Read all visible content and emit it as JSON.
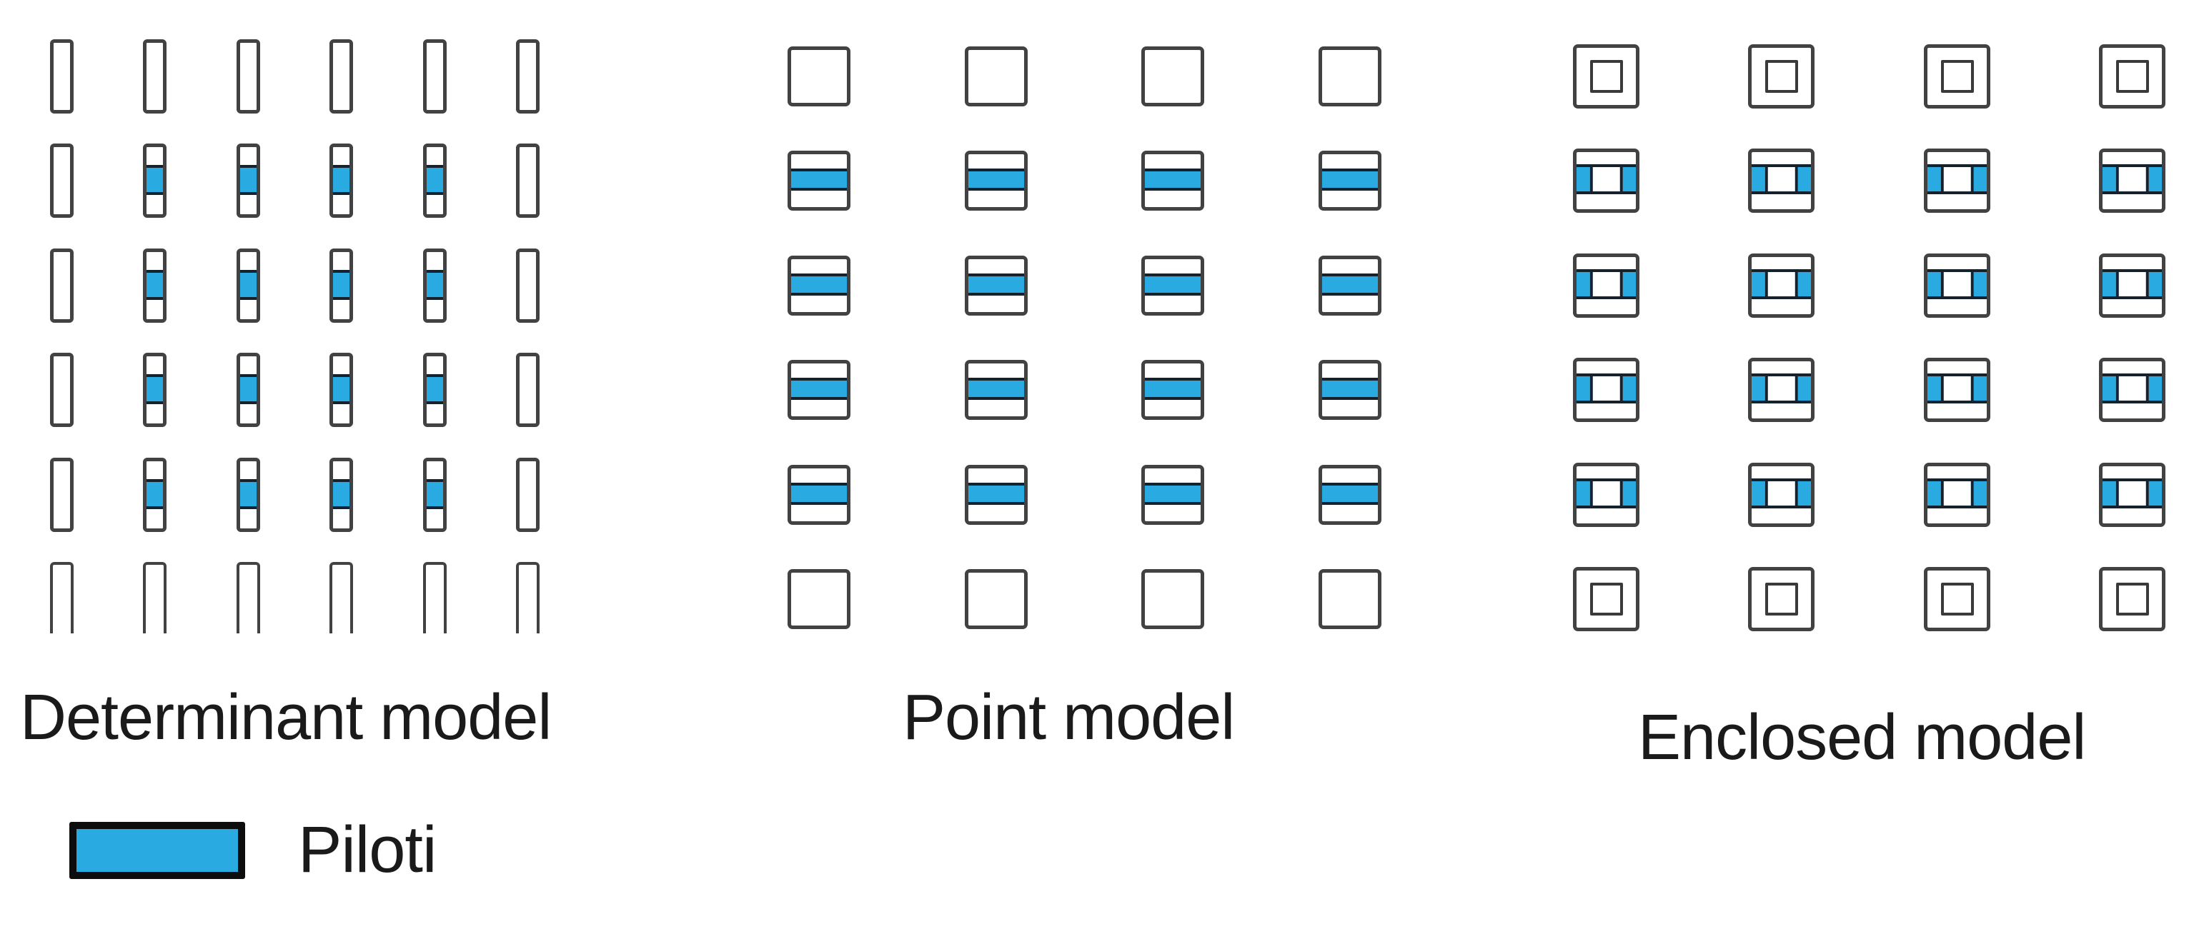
{
  "background": "#ffffff",
  "colors": {
    "piloti_blue": "#29ABE2",
    "outline_gray": "#424242",
    "band_edge_dark": "#15222e",
    "text": "#1a1a1a"
  },
  "models": [
    {
      "id": "determinant",
      "label": "Determinant model",
      "cell_shape": "tall-rectangle",
      "columns": 6,
      "rows": 6,
      "grid": [
        [
          "plain",
          "plain",
          "plain",
          "plain",
          "plain",
          "plain"
        ],
        [
          "plain",
          "piloti",
          "piloti",
          "piloti",
          "piloti",
          "plain"
        ],
        [
          "plain",
          "piloti",
          "piloti",
          "piloti",
          "piloti",
          "plain"
        ],
        [
          "plain",
          "piloti",
          "piloti",
          "piloti",
          "piloti",
          "plain"
        ],
        [
          "plain",
          "piloti",
          "piloti",
          "piloti",
          "piloti",
          "plain"
        ],
        [
          "open-bottom",
          "open-bottom",
          "open-bottom",
          "open-bottom",
          "open-bottom",
          "open-bottom"
        ]
      ]
    },
    {
      "id": "point",
      "label": "Point model",
      "cell_shape": "square",
      "columns": 4,
      "rows": 6,
      "grid": [
        [
          "plain",
          "plain",
          "plain",
          "plain"
        ],
        [
          "piloti",
          "piloti",
          "piloti",
          "piloti"
        ],
        [
          "piloti",
          "piloti",
          "piloti",
          "piloti"
        ],
        [
          "piloti",
          "piloti",
          "piloti",
          "piloti"
        ],
        [
          "piloti",
          "piloti",
          "piloti",
          "piloti"
        ],
        [
          "plain",
          "plain",
          "plain",
          "plain"
        ]
      ]
    },
    {
      "id": "enclosed",
      "label": "Enclosed model",
      "cell_shape": "square-with-core",
      "columns": 4,
      "rows": 6,
      "grid": [
        [
          "plain",
          "plain",
          "plain",
          "plain"
        ],
        [
          "piloti",
          "piloti",
          "piloti",
          "piloti"
        ],
        [
          "piloti",
          "piloti",
          "piloti",
          "piloti"
        ],
        [
          "piloti",
          "piloti",
          "piloti",
          "piloti"
        ],
        [
          "piloti",
          "piloti",
          "piloti",
          "piloti"
        ],
        [
          "plain",
          "plain",
          "plain",
          "plain"
        ]
      ]
    }
  ],
  "legend": {
    "swatch_color": "#29ABE2",
    "label": "Piloti"
  }
}
